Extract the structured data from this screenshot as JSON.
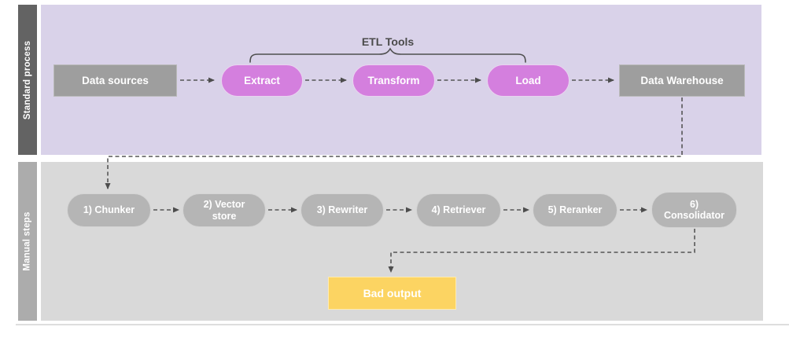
{
  "lanes": [
    {
      "label": "Standard process"
    },
    {
      "label": "Manual steps"
    }
  ],
  "annotation": {
    "etl_tools_label": "ETL Tools"
  },
  "standard_process": {
    "data_sources": "Data sources",
    "extract": "Extract",
    "transform": "Transform",
    "load": "Load",
    "data_warehouse": "Data Warehouse"
  },
  "manual_steps": {
    "chunker": "1) Chunker",
    "vector_store": "2) Vector store",
    "rewriter": "3) Rewriter",
    "retriever": "4) Retriever",
    "reranker": "5) Reranker",
    "consolidator": "6) Consolidator"
  },
  "output": {
    "bad_output": "Bad output"
  },
  "colors": {
    "lane_standard_bg": "#D9D2E9",
    "lane_manual_bg": "#D9D9D9",
    "standard_bar": "#636363",
    "manual_bar": "#ACACAC",
    "gray_node": "#9E9E9E",
    "etl_node": "#D47FDE",
    "manual_node": "#B5B5B5",
    "bad_output_node": "#FCD462",
    "connector": "#555555"
  }
}
